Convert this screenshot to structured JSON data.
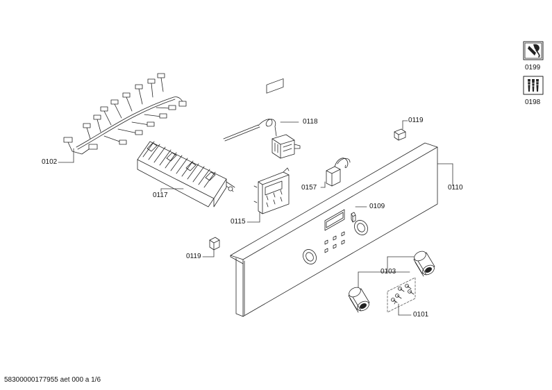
{
  "parts": {
    "p0199": "0199",
    "p0198": "0198",
    "p0118": "0118",
    "p0119a": "0119",
    "p0102": "0102",
    "p0117": "0117",
    "p0157": "0157",
    "p0110": "0110",
    "p0115": "0115",
    "p0109": "0109",
    "p0119b": "0119",
    "p0103": "0103",
    "p0101": "0101"
  },
  "footer": {
    "doc_id": "58300000177955 aet 000 a 1/6"
  },
  "icons": {
    "service": "wrench-icon",
    "fasteners": "screws-icon"
  },
  "colors": {
    "line": "#222222",
    "leader": "#333333"
  }
}
